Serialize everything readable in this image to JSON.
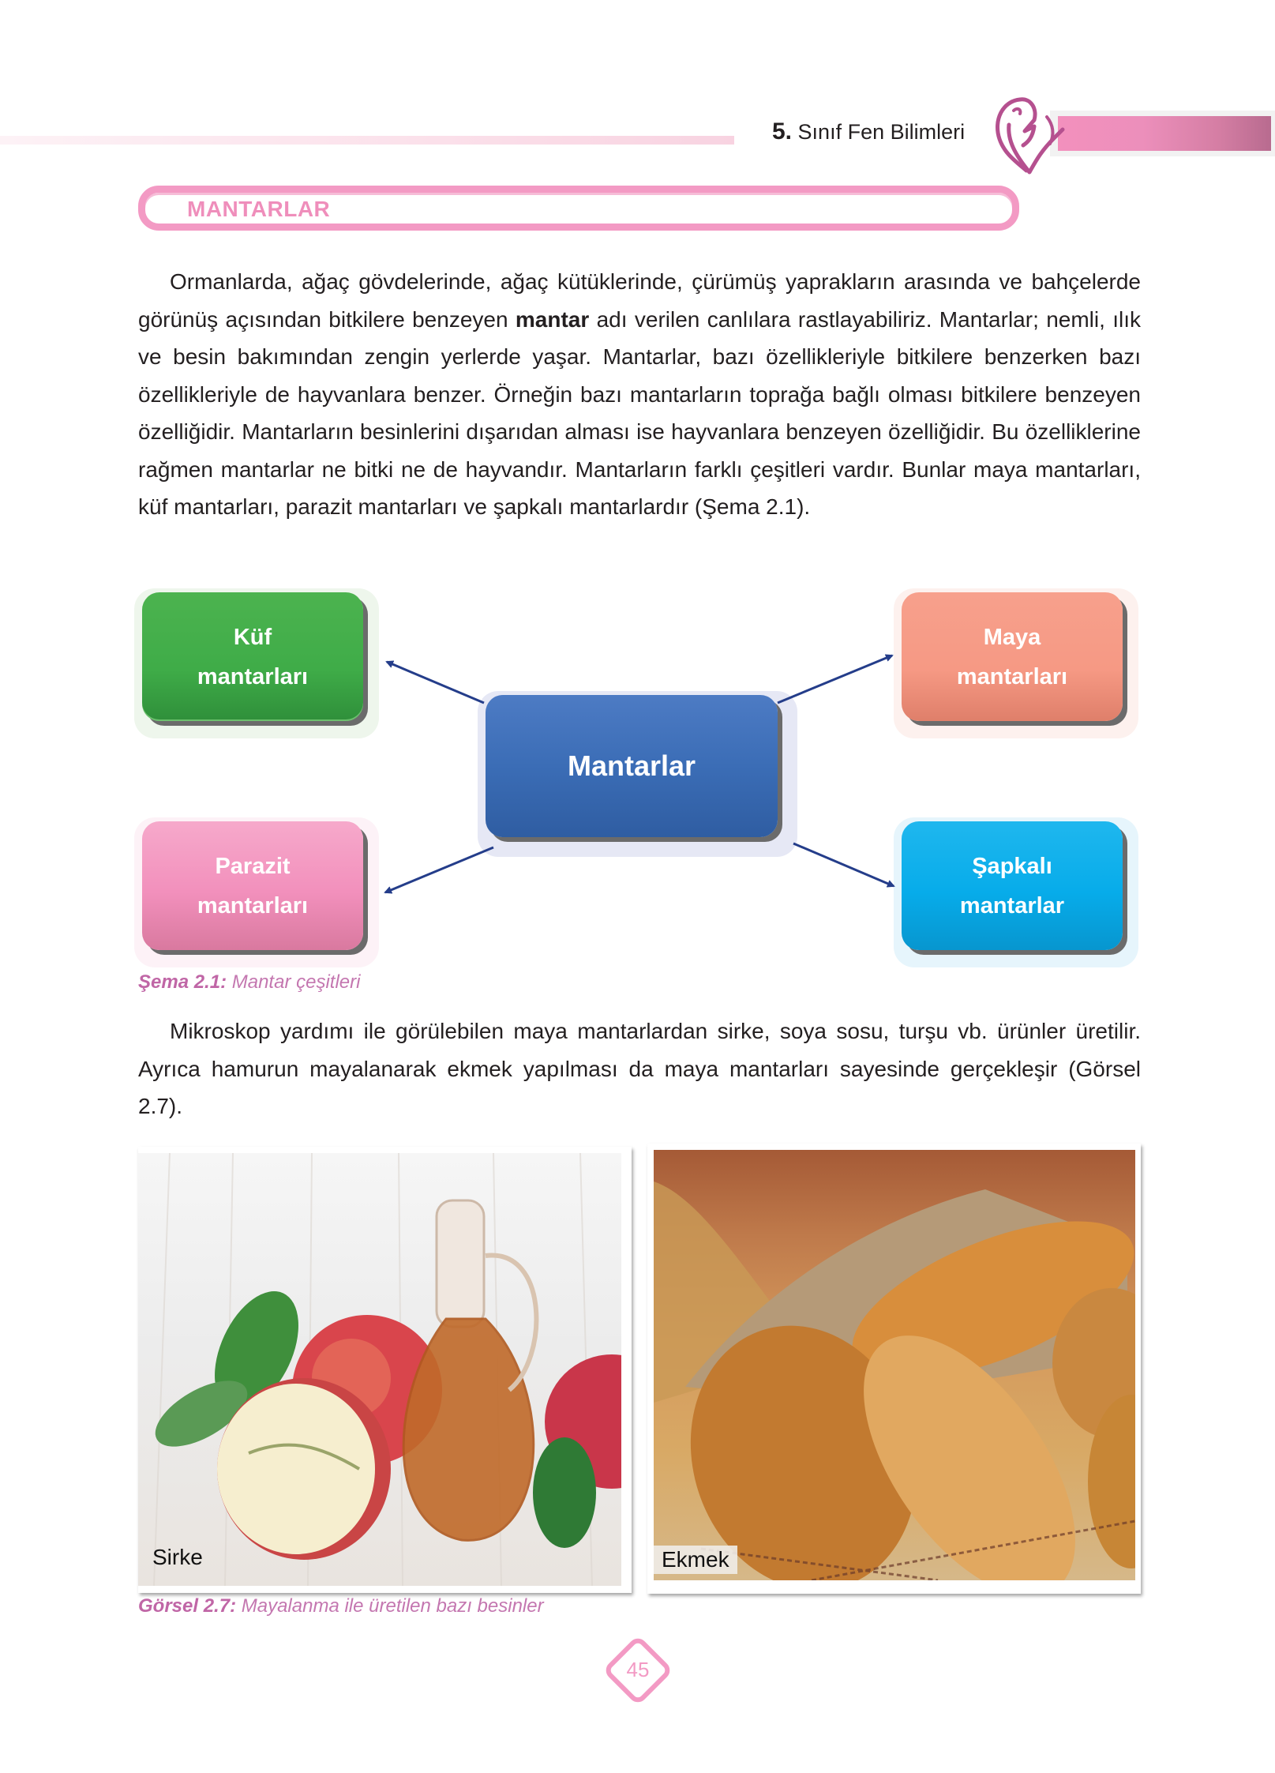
{
  "header": {
    "grade_number": "5.",
    "subject": "Sınıf Fen Bilimleri",
    "logo_icon": "bird-heart-logo-icon",
    "accent_color": "#ef8ebb"
  },
  "section": {
    "title": "MANTARLAR"
  },
  "paragraph1": {
    "segments": [
      "Ormanlarda, ağaç gövdelerinde, ağaç kütüklerinde, çürümüş yaprakların arasında ve bahçelerde görünüş açısından bitkilere benzeyen ",
      "mantar",
      " adı verilen canlılara rastlayabiliriz. Mantarlar; nemli, ılık ve  besin bakımından zengin yerlerde yaşar. Mantarlar, bazı özellikleriyle bitkilere benzerken bazı özellikleriyle de hayvanlara benzer. Örneğin bazı mantarların toprağa bağlı olması bitkilere benzeyen özelliğidir. Mantarların besinlerini dışarıdan alması ise hayvanlara benzeyen özelliğidir. Bu özelliklerine rağmen mantarlar ne bitki ne de hayvandır. Mantarların farklı çeşitleri vardır. Bunlar maya mantarları, küf mantarları, parazit mantarları ve şapkalı mantarlardır (Şema 2.1)."
    ]
  },
  "diagram": {
    "center": {
      "label": "Mantarlar",
      "color": "#3b6db6"
    },
    "nodes": [
      {
        "line1": "Küf",
        "line2": "mantarları",
        "color": "#3fac48",
        "position": "top-left"
      },
      {
        "line1": "Maya",
        "line2": "mantarları",
        "color": "#f69984",
        "position": "top-right"
      },
      {
        "line1": "Parazit",
        "line2": "mantarları",
        "color": "#f290bc",
        "position": "bottom-left"
      },
      {
        "line1": "Şapkalı",
        "line2": "mantarlar",
        "color": "#07acea",
        "position": "bottom-right"
      }
    ],
    "arrow_color": "#243d8a",
    "caption_label": "Şema 2.1:",
    "caption_text": " Mantar çeşitleri"
  },
  "paragraph2": {
    "text": "Mikroskop yardımı ile görülebilen maya mantarlardan sirke, soya sosu, turşu vb. ürünler üretilir. Ayrıca hamurun mayalanarak ekmek yapılması da maya mantarları sayesinde gerçekleşir (Görsel 2.7)."
  },
  "figure": {
    "photos": [
      {
        "label": "Sirke",
        "subject": "vinegar-bottle-with-apples"
      },
      {
        "label": "Ekmek",
        "subject": "breads-in-burlap"
      }
    ],
    "caption_label": "Görsel 2.7:",
    "caption_text": " Mayalanma ile üretilen bazı besinler"
  },
  "footer": {
    "page_number": "45"
  }
}
